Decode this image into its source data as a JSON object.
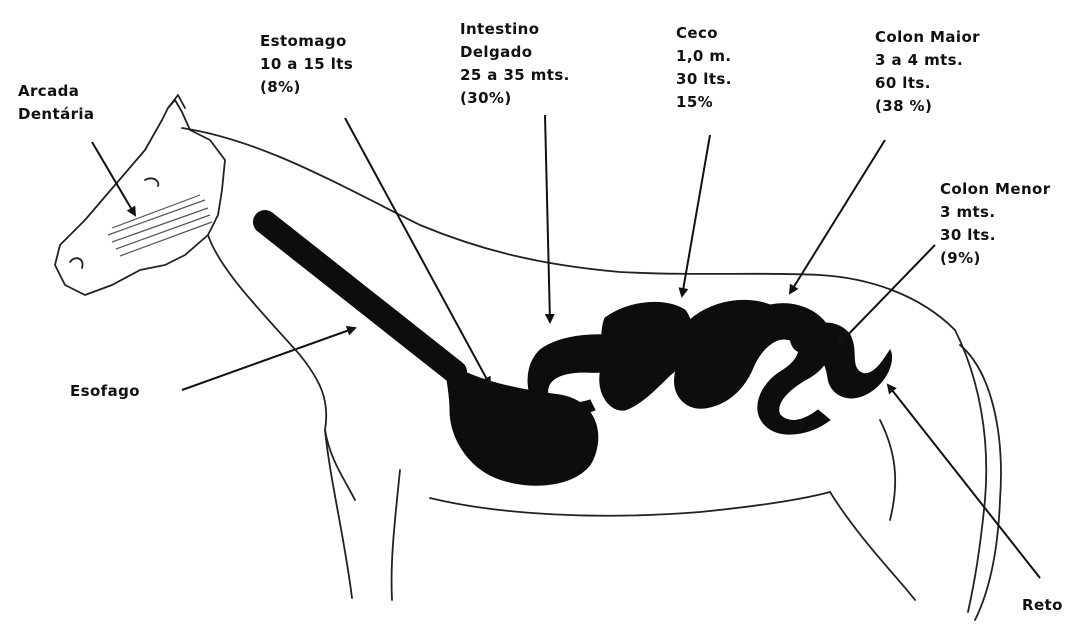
{
  "labels": {
    "arcada": [
      "Arcada",
      "Dentária"
    ],
    "estomago": [
      "Estomago",
      "10 a 15 lts",
      "(8%)"
    ],
    "intestino": [
      "Intestino",
      "Delgado",
      "25 a 35 mts.",
      "(30%)"
    ],
    "ceco": [
      "Ceco",
      "1,0 m.",
      "30 lts.",
      "15%"
    ],
    "colon_maior": [
      "Colon Maior",
      "3 a 4 mts.",
      "60 lts.",
      "(38 %)"
    ],
    "colon_menor": [
      "Colon Menor",
      "3 mts.",
      "30 lts.",
      "(9%)"
    ],
    "esofago": "Esofago",
    "reto": "Reto"
  },
  "colors": {
    "ink": "#111111",
    "organ": "#0d0d0d",
    "background": "#ffffff"
  }
}
